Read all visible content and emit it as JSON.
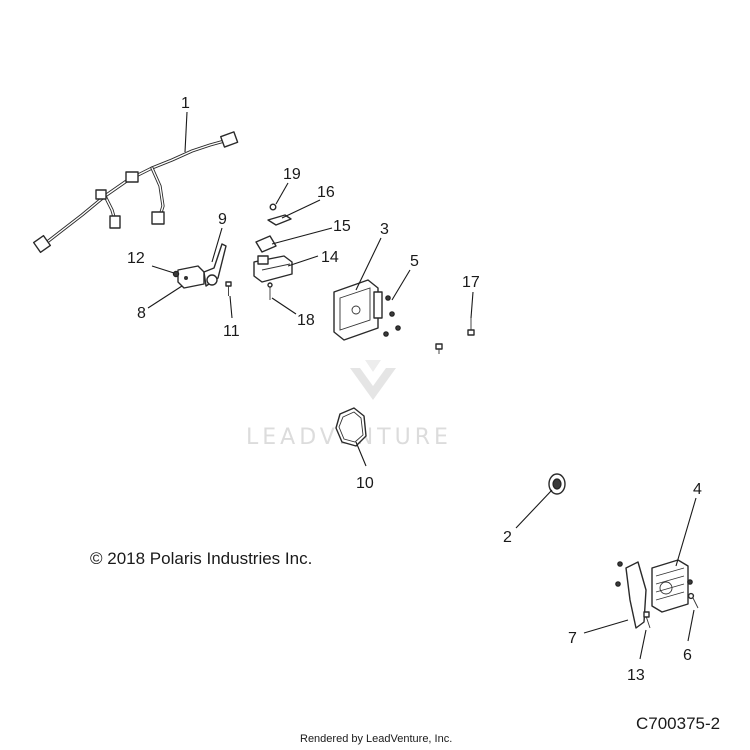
{
  "callouts": [
    "1",
    "2",
    "3",
    "4",
    "5",
    "6",
    "7",
    "8",
    "9",
    "10",
    "11",
    "12",
    "13",
    "14",
    "15",
    "16",
    "17",
    "18",
    "19"
  ],
  "copyright": "© 2018 Polaris Industries Inc.",
  "watermark": "LEADVENTURE",
  "rendered_by": "Rendered by LeadVenture, Inc.",
  "diagram_code": "C700375-2"
}
